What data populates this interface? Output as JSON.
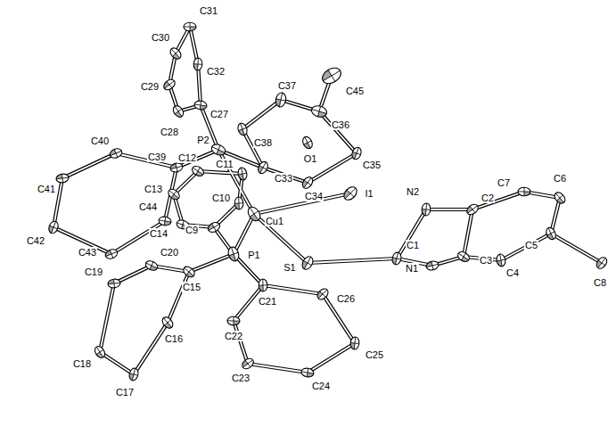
{
  "diagram": {
    "labels": [
      "C31",
      "C30",
      "C32",
      "C29",
      "C27",
      "C28",
      "C37",
      "C45",
      "C36",
      "O1",
      "C35",
      "C40",
      "P2",
      "C38",
      "C33",
      "C39",
      "C12",
      "C11",
      "C34",
      "C41",
      "C13",
      "C10",
      "I1",
      "C7",
      "C6",
      "N2",
      "C2",
      "C44",
      "Cu1",
      "C1",
      "C9",
      "C14",
      "C5",
      "C42",
      "C43",
      "C20",
      "P1",
      "S1",
      "N1",
      "C3",
      "C4",
      "C8",
      "C19",
      "C15",
      "C21",
      "C26",
      "C22",
      "C16",
      "C25",
      "C23",
      "C24",
      "C18",
      "C17"
    ]
  }
}
